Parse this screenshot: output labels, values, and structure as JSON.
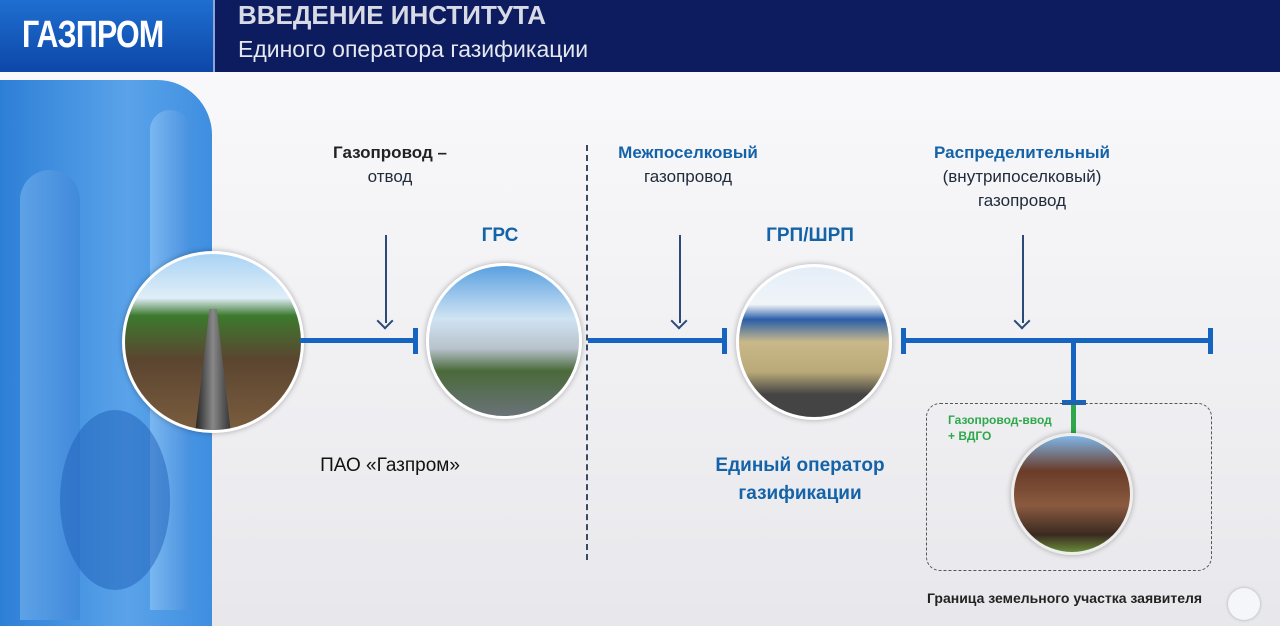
{
  "header": {
    "logo": "ГАЗПРОМ",
    "title": "ВВЕДЕНИЕ ИНСТИТУТА",
    "subtitle": "Единого оператора газификации"
  },
  "labels": {
    "otvod_1": "Газопровод –",
    "otvod_2": "отвод",
    "grs": "ГРС",
    "mezh_1": "Межпоселковый",
    "mezh_2": "газопровод",
    "grp": "ГРП/ШРП",
    "raspr_1": "Распределительный",
    "raspr_2": "(внутрипоселковый)",
    "raspr_3": "газопровод",
    "pao": "ПАО «Газпром»",
    "eog_1": "Единый оператор",
    "eog_2": "газификации",
    "vvod_1": "Газопровод-ввод",
    "vvod_2": "+ ВДГО",
    "granica": "Граница земельного участка заявителя"
  },
  "colors": {
    "navy": "#0c1c5e",
    "pipe": "#1565c0",
    "green": "#2ea84a"
  }
}
